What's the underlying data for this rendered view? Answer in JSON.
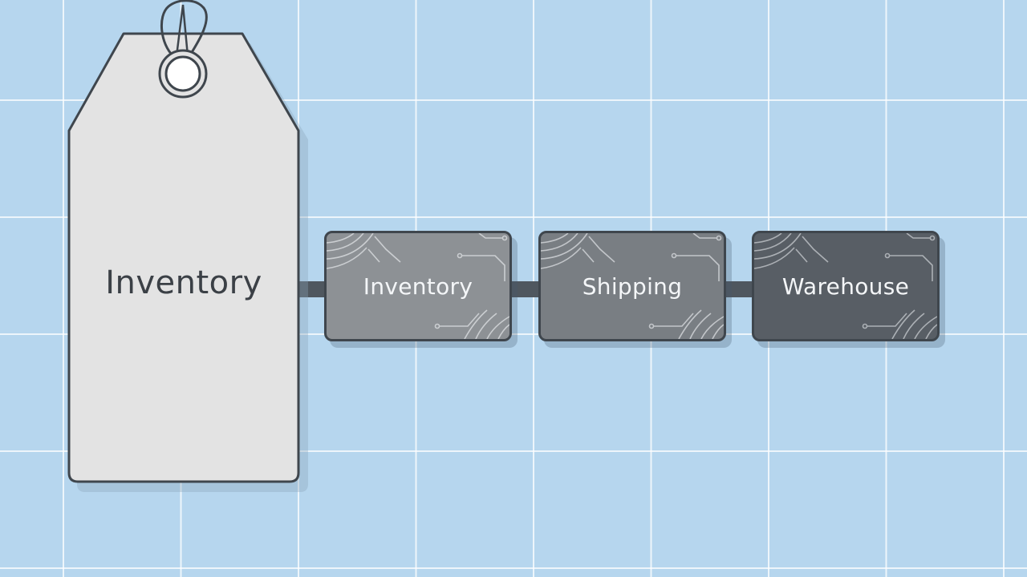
{
  "tag": {
    "label": "Inventory"
  },
  "cards": [
    {
      "label": "Inventory"
    },
    {
      "label": "Shipping"
    },
    {
      "label": "Warehouse"
    }
  ],
  "colors": {
    "background": "#b6d6ee",
    "grid": "#ffffff",
    "tag_fill": "#e3e3e3",
    "outline": "#3f464d",
    "card_1": "#8d9195",
    "card_2": "#797e83",
    "card_3": "#585e65"
  }
}
